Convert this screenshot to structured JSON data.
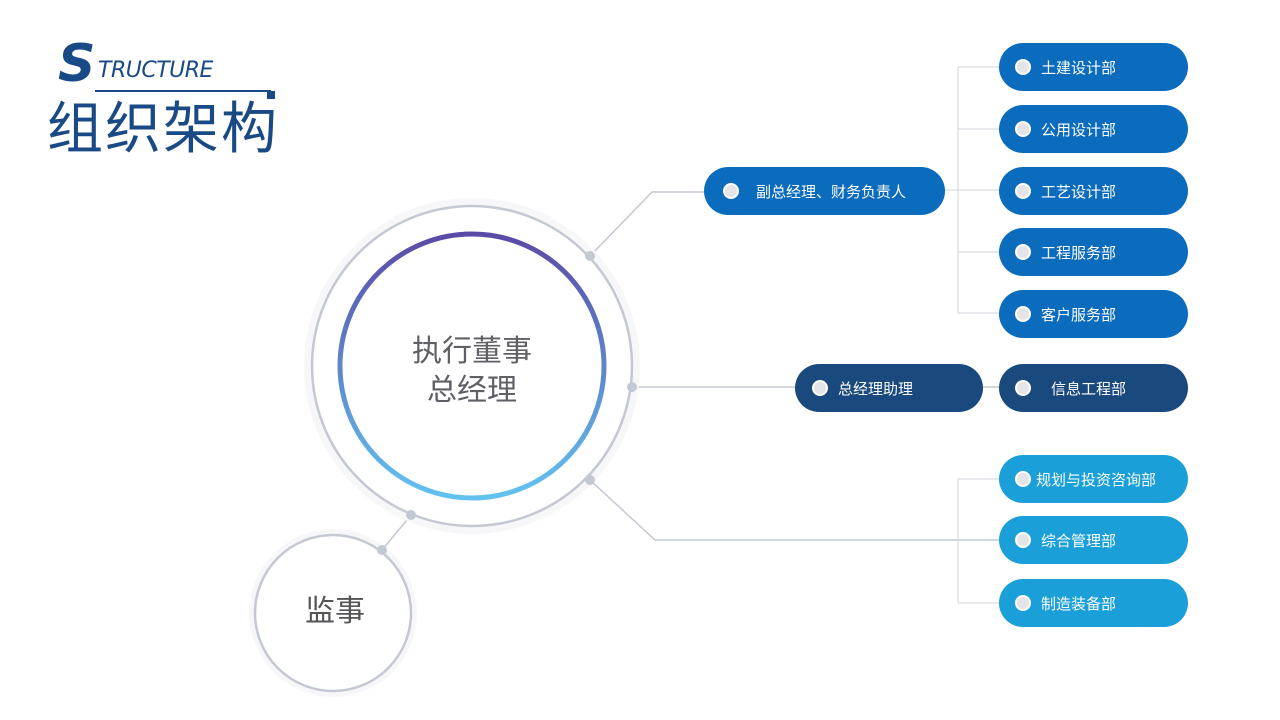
{
  "header": {
    "title_initial": "S",
    "title_rest": "TRUCTURE",
    "title_cn": "组织架构"
  },
  "center": {
    "line1": "执行董事",
    "line2": "总经理"
  },
  "supervisor": {
    "label": "监事"
  },
  "nodes": {
    "vp_finance": "副总经理、财务负责人",
    "gm_assistant": "总经理助理",
    "dept_civil": "土建设计部",
    "dept_utility": "公用设计部",
    "dept_process": "工艺设计部",
    "dept_eng_service": "工程服务部",
    "dept_customer": "客户服务部",
    "dept_info": "信息工程部",
    "dept_planning": "规划与投资咨询部",
    "dept_admin": "综合管理部",
    "dept_manufacturing": "制造装备部"
  },
  "colors": {
    "title_blue": "#1a4a86",
    "pill_mid_blue": "#0b6bbd",
    "pill_dark_navy": "#1a4a7d",
    "pill_light_blue": "#1a9fd8",
    "ring_gradient_top": "#5a4aa6",
    "ring_gradient_bottom": "#62c2ef",
    "connector_gray": "#c3c8d2"
  }
}
